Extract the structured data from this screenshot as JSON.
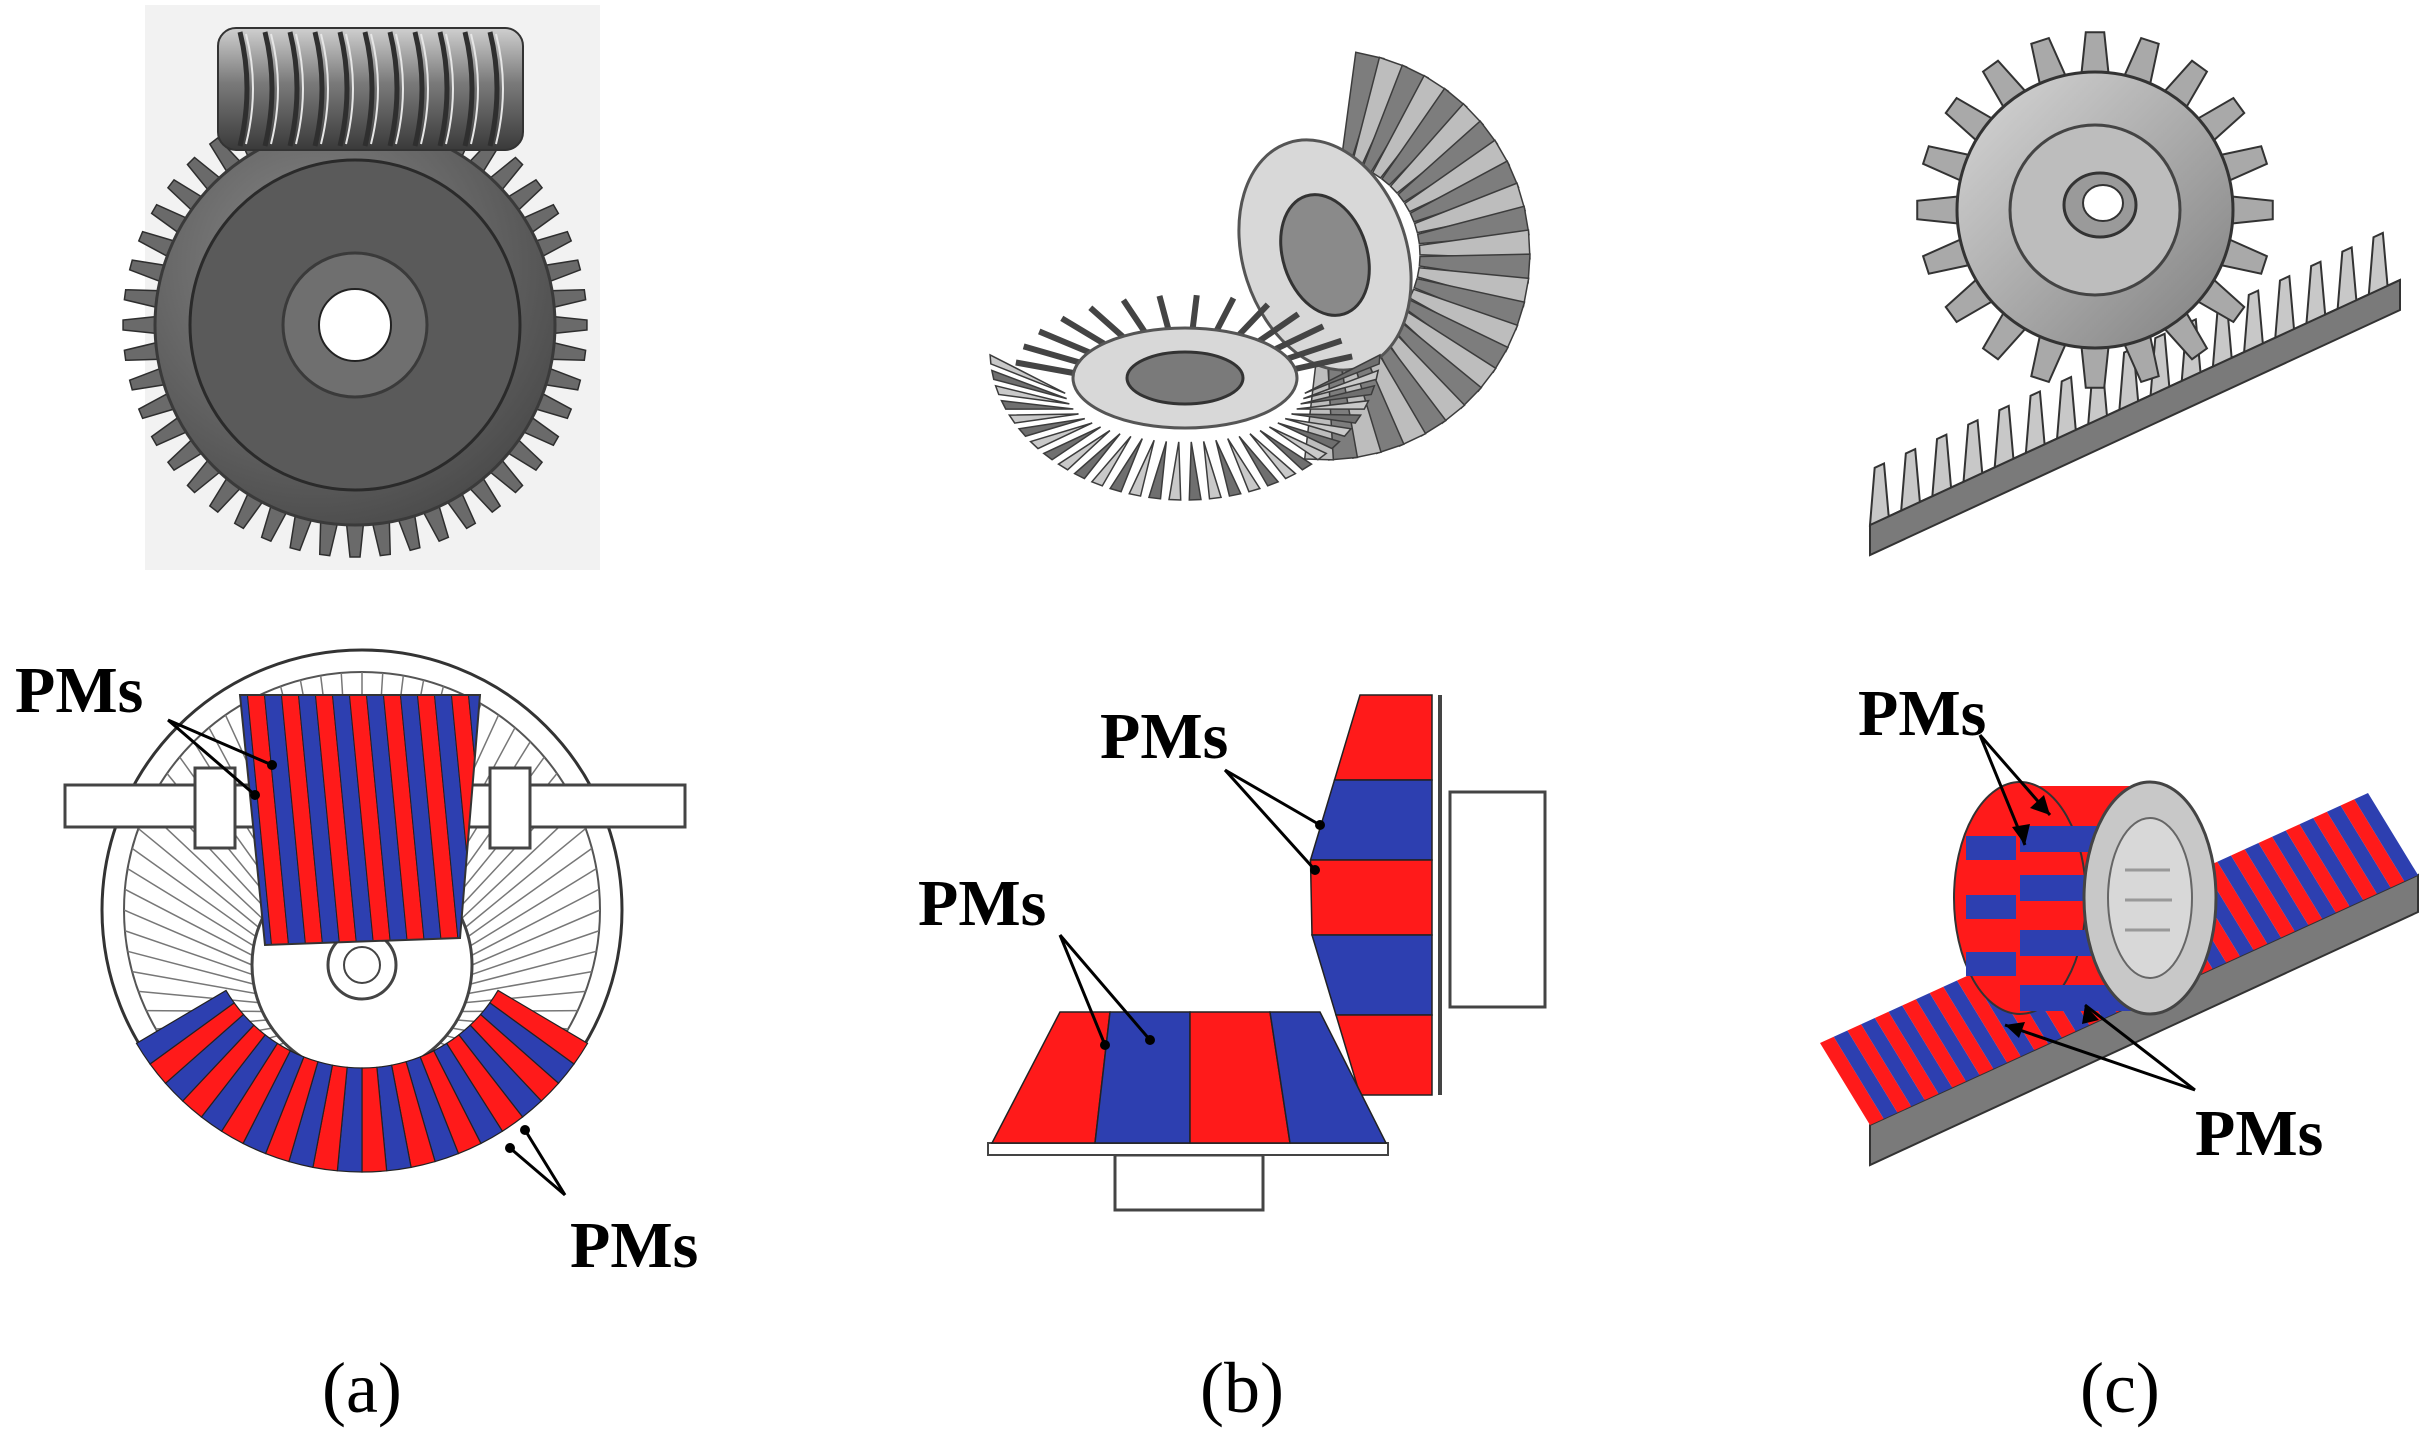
{
  "labels": {
    "pm_a_top": "PMs",
    "pm_a_bottom": "PMs",
    "pm_b_upper": "PMs",
    "pm_b_lower": "PMs",
    "pm_c_top": "PMs",
    "pm_c_bottom": "PMs"
  },
  "captions": [
    "(a)",
    "(b)",
    "(c)"
  ],
  "colors": {
    "pm_red": "#ff1a1a",
    "pm_blue": "#2d3fb0",
    "metal_dark": "#5c5c5c",
    "metal_mid": "#8f8f8f",
    "metal_light": "#d4d4d4",
    "rack_grey": "#7a7a7a"
  },
  "panels": [
    {
      "id": "a",
      "photo": "worm-gear-photo",
      "schematic": "magnetic-worm-gear"
    },
    {
      "id": "b",
      "photo": "bevel-gear-photo",
      "schematic": "magnetic-bevel-gear"
    },
    {
      "id": "c",
      "photo": "rack-pinion-photo",
      "schematic": "magnetic-rack-pinion"
    }
  ]
}
